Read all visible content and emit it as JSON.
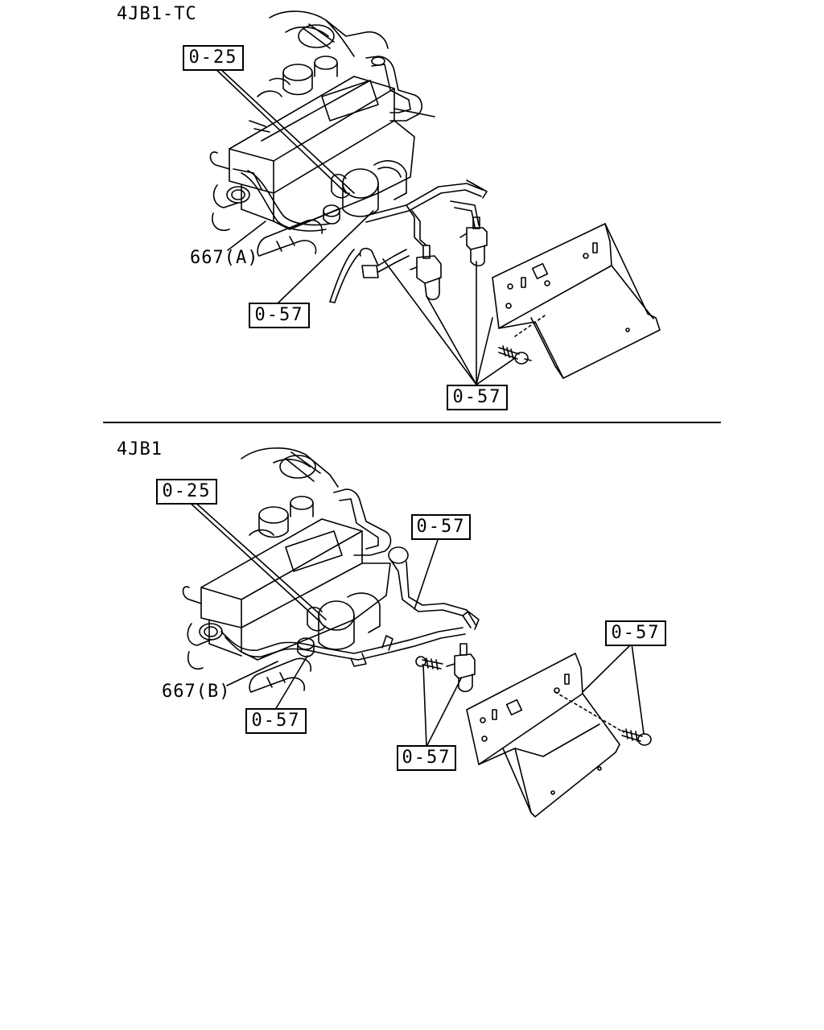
{
  "top": {
    "model": "4JB1-TC",
    "callouts": {
      "c025": "0-25",
      "c667": "667(A)",
      "c057_a": "0-57",
      "c057_b": "0-57"
    }
  },
  "bottom": {
    "model": "4JB1",
    "callouts": {
      "c025": "0-25",
      "c057_top": "0-57",
      "c057_right": "0-57",
      "c667": "667(B)",
      "c057_left": "0-57",
      "c057_bottom": "0-57"
    }
  }
}
